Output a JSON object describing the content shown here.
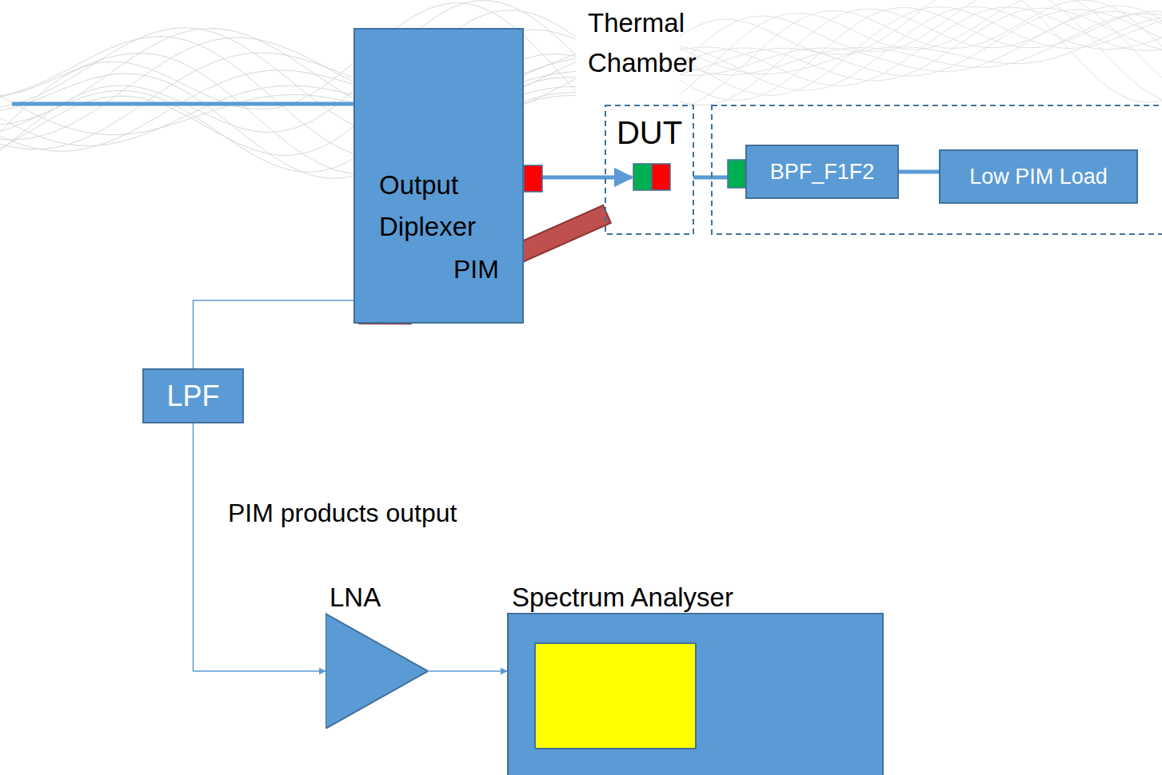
{
  "diagram": {
    "nodes": [
      {
        "text": [
          "Output Diplexer"
        ]
      },
      {
        "text": [
          "DUT"
        ]
      },
      {
        "text": [
          "BPF_F1F2"
        ]
      },
      {
        "text": [
          "Low PIM Load"
        ]
      },
      {
        "text": [
          "LPF"
        ]
      },
      {
        "text": [
          "LNA"
        ]
      },
      {
        "text": [
          "Spectrum Analyser"
        ]
      }
    ],
    "edges": [
      {
        "from": 0,
        "to": 1,
        "arrow": "to"
      },
      {
        "from": 1,
        "to": 0,
        "arrow": "to",
        "label": "PIM"
      },
      {
        "from": 1,
        "to": 2,
        "arrow": "none"
      },
      {
        "from": 2,
        "to": 3,
        "arrow": "none"
      },
      {
        "from": 0,
        "to": 4,
        "arrow": "none"
      },
      {
        "from": 4,
        "to": 5,
        "arrow": "to"
      },
      {
        "from": 5,
        "to": 6,
        "arrow": "to"
      }
    ],
    "labels": [
      "Thermal Chamber",
      "PIM products output"
    ]
  }
}
